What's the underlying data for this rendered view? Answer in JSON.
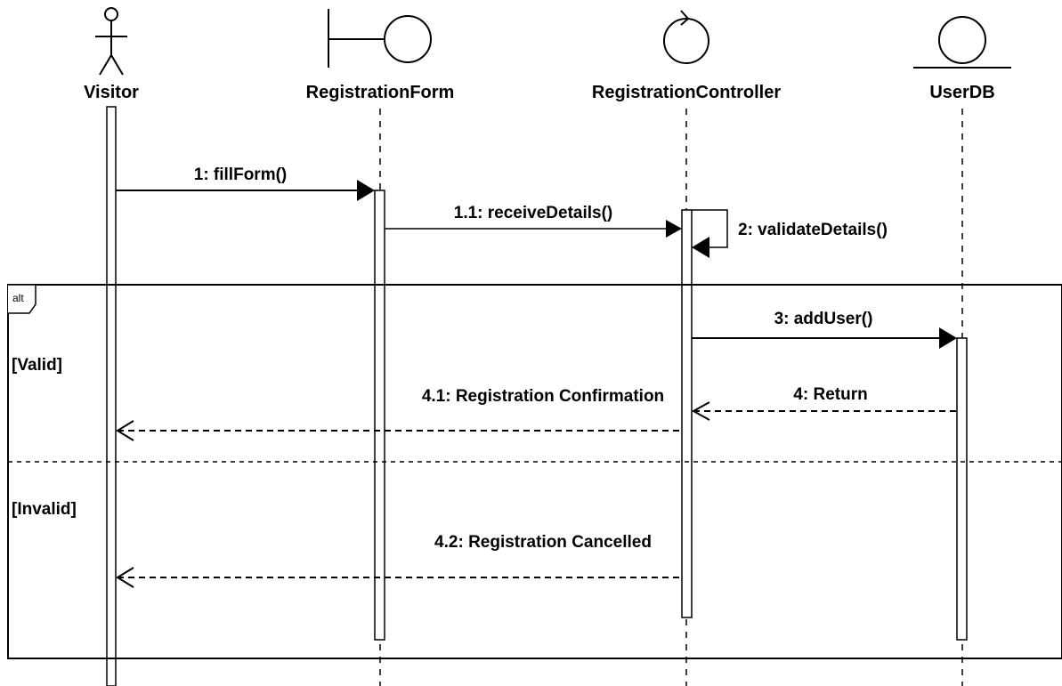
{
  "participants": {
    "visitor": "Visitor",
    "form": "RegistrationForm",
    "controller": "RegistrationController",
    "db": "UserDB"
  },
  "messages": {
    "m1": "1: fillForm()",
    "m11": "1.1: receiveDetails()",
    "m2": "2: validateDetails()",
    "m3": "3: addUser()",
    "m4": "4: Return",
    "m41": "4.1: Registration Confirmation",
    "m42": "4.2: Registration Cancelled"
  },
  "fragment": {
    "operator": "alt",
    "guard_valid": "[Valid]",
    "guard_invalid": "[Invalid]"
  }
}
